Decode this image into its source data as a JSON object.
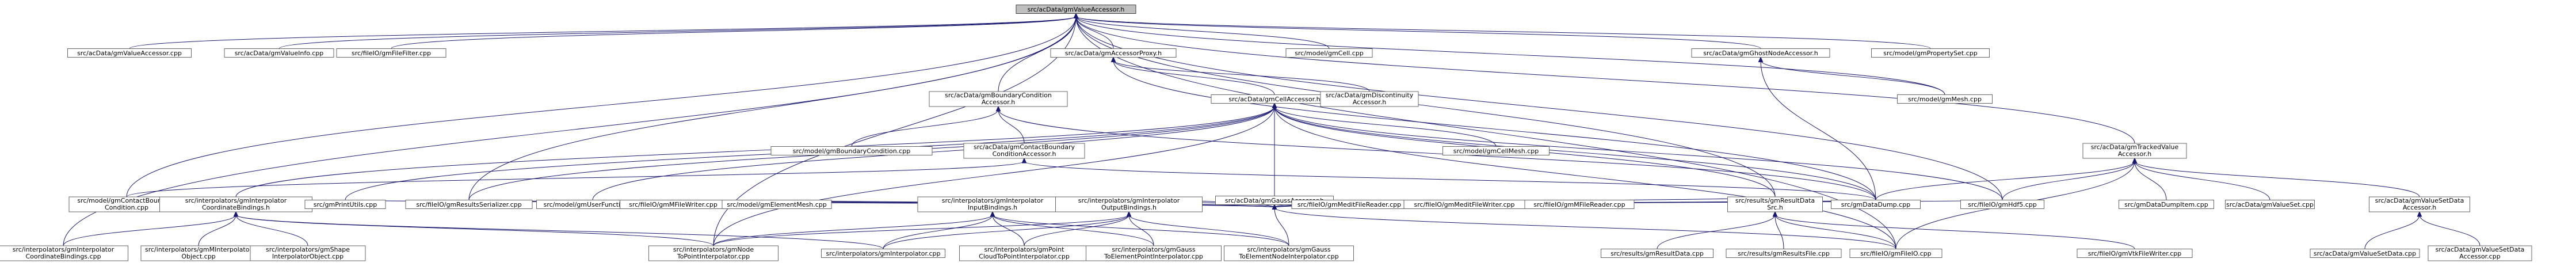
{
  "graph": {
    "nodes": [
      {
        "id": "root",
        "lines": [
          "src/acData/gmValueAccessor.h"
        ],
        "root": true
      },
      {
        "id": "n1",
        "lines": [
          "src/acData/gmValueAccessor.cpp"
        ]
      },
      {
        "id": "n2",
        "lines": [
          "src/acData/gmValueInfo.cpp"
        ]
      },
      {
        "id": "n3",
        "lines": [
          "src/fileIO/gmFileFilter.cpp"
        ]
      },
      {
        "id": "n4",
        "lines": [
          "src/acData/gmAccessorProxy.h"
        ]
      },
      {
        "id": "n5",
        "lines": [
          "src/model/gmCell.cpp"
        ]
      },
      {
        "id": "n6",
        "lines": [
          "src/acData/gmGhostNodeAccessor.h"
        ]
      },
      {
        "id": "n7",
        "lines": [
          "src/model/gmPropertySet.cpp"
        ]
      },
      {
        "id": "n8",
        "lines": [
          "src/acData/gmBoundaryCondition",
          "Accessor.h"
        ]
      },
      {
        "id": "n9",
        "lines": [
          "src/acData/gmCellAccessor.h"
        ]
      },
      {
        "id": "n10",
        "lines": [
          "src/acData/gmDiscontinuity",
          "Accessor.h"
        ]
      },
      {
        "id": "n11",
        "lines": [
          "src/model/gmMesh.cpp"
        ]
      },
      {
        "id": "n12",
        "lines": [
          "src/model/gmBoundaryCondition.cpp"
        ]
      },
      {
        "id": "n13",
        "lines": [
          "src/acData/gmContactBoundary",
          "ConditionAccessor.h"
        ]
      },
      {
        "id": "n14",
        "lines": [
          "src/model/gmCellMesh.cpp"
        ]
      },
      {
        "id": "n15",
        "lines": [
          "src/acData/gmTrackedValue",
          "Accessor.h"
        ]
      },
      {
        "id": "n16",
        "lines": [
          "src/model/gmContactBoundary",
          "Condition.cpp"
        ]
      },
      {
        "id": "n17",
        "lines": [
          "src/interpolators/gmInterpolator",
          "CoordinateBindings.h"
        ]
      },
      {
        "id": "n18",
        "lines": [
          "src/gmPrintUtils.cpp"
        ]
      },
      {
        "id": "n19",
        "lines": [
          "src/fileIO/gmResultsSerializer.cpp"
        ]
      },
      {
        "id": "n20",
        "lines": [
          "src/acData/gmGaussAccessor.h"
        ]
      },
      {
        "id": "n21",
        "lines": [
          "src/model/gmUserFunction.cpp"
        ]
      },
      {
        "id": "n22",
        "lines": [
          "src/fileIO/gmMFileWriter.cpp"
        ]
      },
      {
        "id": "n23",
        "lines": [
          "src/model/gmElementMesh.cpp"
        ]
      },
      {
        "id": "n24",
        "lines": [
          "src/interpolators/gmInterpolator",
          "InputBindings.h"
        ]
      },
      {
        "id": "n25",
        "lines": [
          "src/interpolators/gmInterpolator",
          "OutputBindings.h"
        ]
      },
      {
        "id": "n26",
        "lines": [
          "src/fileIO/gmMeditFileReader.cpp"
        ]
      },
      {
        "id": "n27",
        "lines": [
          "src/fileIO/gmMeditFileWriter.cpp"
        ]
      },
      {
        "id": "n28",
        "lines": [
          "src/fileIO/gmMFileReader.cpp"
        ]
      },
      {
        "id": "n29",
        "lines": [
          "src/results/gmResultData",
          "Src.h"
        ]
      },
      {
        "id": "n30",
        "lines": [
          "src/gmDataDump.cpp"
        ]
      },
      {
        "id": "n31",
        "lines": [
          "src/fileIO/gmHdf5.cpp"
        ]
      },
      {
        "id": "n32",
        "lines": [
          "src/gmDataDumpItem.cpp"
        ]
      },
      {
        "id": "n33",
        "lines": [
          "src/acData/gmValueSet.cpp"
        ]
      },
      {
        "id": "n34",
        "lines": [
          "src/acData/gmValueSetData",
          "Accessor.h"
        ]
      },
      {
        "id": "n35",
        "lines": [
          "src/interpolators/gmInterpolator",
          "CoordinateBindings.cpp"
        ]
      },
      {
        "id": "n36",
        "lines": [
          "src/interpolators/gmMInterpolator",
          "Object.cpp"
        ]
      },
      {
        "id": "n37",
        "lines": [
          "src/interpolators/gmShape",
          "InterpolatorObject.cpp"
        ]
      },
      {
        "id": "n38",
        "lines": [
          "src/interpolators/gmNode",
          "ToPointInterpolator.cpp"
        ]
      },
      {
        "id": "n39",
        "lines": [
          "src/interpolators/gmInterpolator.cpp"
        ]
      },
      {
        "id": "n40",
        "lines": [
          "src/interpolators/gmPoint",
          "CloudToPointInterpolator.cpp"
        ]
      },
      {
        "id": "n41",
        "lines": [
          "src/interpolators/gmGauss",
          "ToElementPointInterpolator.cpp"
        ]
      },
      {
        "id": "n42",
        "lines": [
          "src/interpolators/gmGauss",
          "ToElementNodeInterpolator.cpp"
        ]
      },
      {
        "id": "n43",
        "lines": [
          "src/results/gmResultData.cpp"
        ]
      },
      {
        "id": "n44",
        "lines": [
          "src/results/gmResultsFile.cpp"
        ]
      },
      {
        "id": "n45",
        "lines": [
          "src/fileIO/gmFileIO.cpp"
        ]
      },
      {
        "id": "n46",
        "lines": [
          "src/fileIO/gmVtkFileWriter.cpp"
        ]
      },
      {
        "id": "n47",
        "lines": [
          "src/acData/gmValueSetData.cpp"
        ]
      },
      {
        "id": "n48",
        "lines": [
          "src/acData/gmValueSetData",
          "Accessor.cpp"
        ]
      }
    ],
    "edges": [
      [
        "root",
        "n1"
      ],
      [
        "root",
        "n2"
      ],
      [
        "root",
        "n3"
      ],
      [
        "root",
        "n4"
      ],
      [
        "root",
        "n5"
      ],
      [
        "root",
        "n6"
      ],
      [
        "root",
        "n7"
      ],
      [
        "root",
        "n8"
      ],
      [
        "root",
        "n15"
      ],
      [
        "root",
        "n16"
      ],
      [
        "root",
        "n19"
      ],
      [
        "root",
        "n29"
      ],
      [
        "root",
        "n31"
      ],
      [
        "root",
        "n35"
      ],
      [
        "root",
        "n11"
      ],
      [
        "root",
        "n38"
      ],
      [
        "root",
        "n45"
      ],
      [
        "n4",
        "n9"
      ],
      [
        "n4",
        "n10"
      ],
      [
        "n4",
        "n30"
      ],
      [
        "n6",
        "n11"
      ],
      [
        "n6",
        "n30"
      ],
      [
        "n8",
        "n12"
      ],
      [
        "n8",
        "n13"
      ],
      [
        "n8",
        "n30"
      ],
      [
        "n9",
        "n14"
      ],
      [
        "n9",
        "n20"
      ],
      [
        "n9",
        "n17"
      ],
      [
        "n9",
        "n18"
      ],
      [
        "n9",
        "n19"
      ],
      [
        "n9",
        "n21"
      ],
      [
        "n9",
        "n30"
      ],
      [
        "n9",
        "n31"
      ],
      [
        "n9",
        "n29"
      ],
      [
        "n9",
        "n38"
      ],
      [
        "n9",
        "n45"
      ],
      [
        "n13",
        "n16"
      ],
      [
        "n13",
        "n30"
      ],
      [
        "n15",
        "n32"
      ],
      [
        "n15",
        "n33"
      ],
      [
        "n15",
        "n34"
      ],
      [
        "n15",
        "n30"
      ],
      [
        "n15",
        "n31"
      ],
      [
        "n15",
        "n45"
      ],
      [
        "n17",
        "n35"
      ],
      [
        "n17",
        "n36"
      ],
      [
        "n17",
        "n37"
      ],
      [
        "n17",
        "n38"
      ],
      [
        "n17",
        "n39"
      ],
      [
        "n20",
        "n18"
      ],
      [
        "n20",
        "n19"
      ],
      [
        "n20",
        "n22"
      ],
      [
        "n20",
        "n23"
      ],
      [
        "n20",
        "n24"
      ],
      [
        "n20",
        "n25"
      ],
      [
        "n20",
        "n26"
      ],
      [
        "n20",
        "n27"
      ],
      [
        "n20",
        "n28"
      ],
      [
        "n20",
        "n29"
      ],
      [
        "n20",
        "n30"
      ],
      [
        "n20",
        "n31"
      ],
      [
        "n20",
        "n42"
      ],
      [
        "n20",
        "n45"
      ],
      [
        "n24",
        "n38"
      ],
      [
        "n24",
        "n39"
      ],
      [
        "n24",
        "n40"
      ],
      [
        "n24",
        "n41"
      ],
      [
        "n24",
        "n42"
      ],
      [
        "n25",
        "n38"
      ],
      [
        "n25",
        "n39"
      ],
      [
        "n25",
        "n40"
      ],
      [
        "n25",
        "n41"
      ],
      [
        "n25",
        "n42"
      ],
      [
        "n29",
        "n43"
      ],
      [
        "n29",
        "n44"
      ],
      [
        "n29",
        "n45"
      ],
      [
        "n29",
        "n46"
      ],
      [
        "n34",
        "n47"
      ],
      [
        "n34",
        "n48"
      ]
    ]
  }
}
